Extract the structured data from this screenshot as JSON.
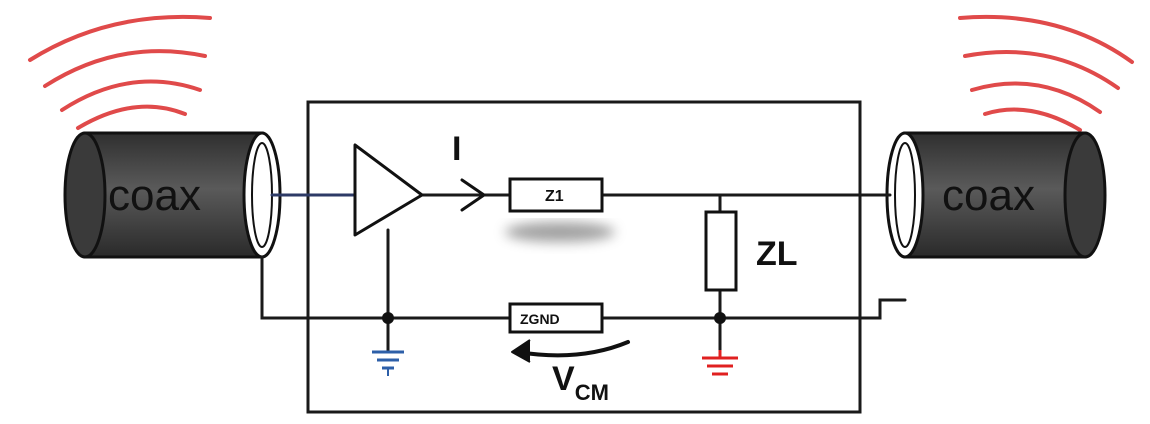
{
  "cables": {
    "left_label": "coax",
    "right_label": "coax"
  },
  "components": {
    "series_resistor": "Z1",
    "load_resistor": "ZL",
    "ground_impedance": "ZGND"
  },
  "annotations": {
    "current": "I",
    "voltage_main": "V",
    "voltage_sub": "CM"
  },
  "colors": {
    "radiation": "#e04a4a",
    "ground_left": "#2d5fa8",
    "ground_right": "#e02020",
    "coax_body": "#4a4a4a"
  }
}
